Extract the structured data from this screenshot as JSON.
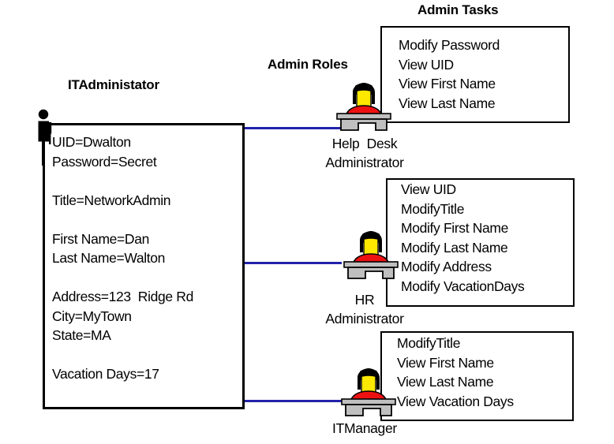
{
  "headings": {
    "admin_tasks": "Admin Tasks",
    "admin_roles": "Admin Roles",
    "it_administrator": "ITAdministator"
  },
  "user_record": {
    "actor_icon": "person-stick-figure-icon",
    "attributes": "UID=Dwalton\nPassword=Secret\n\nTitle=NetworkAdmin\n\nFirst Name=Dan\nLast Name=Walton\n\nAddress=123  Ridge Rd\nCity=MyTown\nState=MA\n\nVacation Days=17",
    "attribute_lines": [
      "UID=Dwalton",
      "Password=Secret",
      "",
      "Title=NetworkAdmin",
      "",
      "First Name=Dan",
      "Last Name=Walton",
      "",
      "Address=123  Ridge Rd",
      "City=MyTown",
      "State=MA",
      "",
      "Vacation Days=17"
    ]
  },
  "roles": [
    {
      "id": "help-desk-administrator",
      "caption": "Help  Desk\nAdministrator",
      "icon": "person-at-desk-icon",
      "tasks": "Modify Password\nView UID\nView First Name\nView Last Name",
      "task_items": [
        "Modify Password",
        "View UID",
        "View First Name",
        "View Last Name"
      ]
    },
    {
      "id": "hr-administrator",
      "caption": "HR\nAdministrator",
      "icon": "person-at-desk-icon",
      "tasks": "View UID\nModifyTitle\nModify First Name\nModify Last Name\nModify Address\nModify VacationDays",
      "task_items": [
        "View UID",
        "ModifyTitle",
        "Modify First Name",
        "Modify Last Name",
        "Modify Address",
        "Modify VacationDays"
      ]
    },
    {
      "id": "it-manager",
      "caption": "ITManager",
      "icon": "person-at-desk-icon",
      "tasks": "ModifyTitle\nView First Name\nView Last Name\nView Vacation Days",
      "task_items": [
        "ModifyTitle",
        "View First Name",
        "View Last Name",
        "View Vacation Days"
      ]
    }
  ],
  "colors": {
    "connector": "#2222aa",
    "outline": "#000000",
    "background": "#ffffff",
    "person_hair": "#000000",
    "person_face": "#ffe800",
    "person_shirt": "#ee1111",
    "desk": "#bfbfbf"
  }
}
